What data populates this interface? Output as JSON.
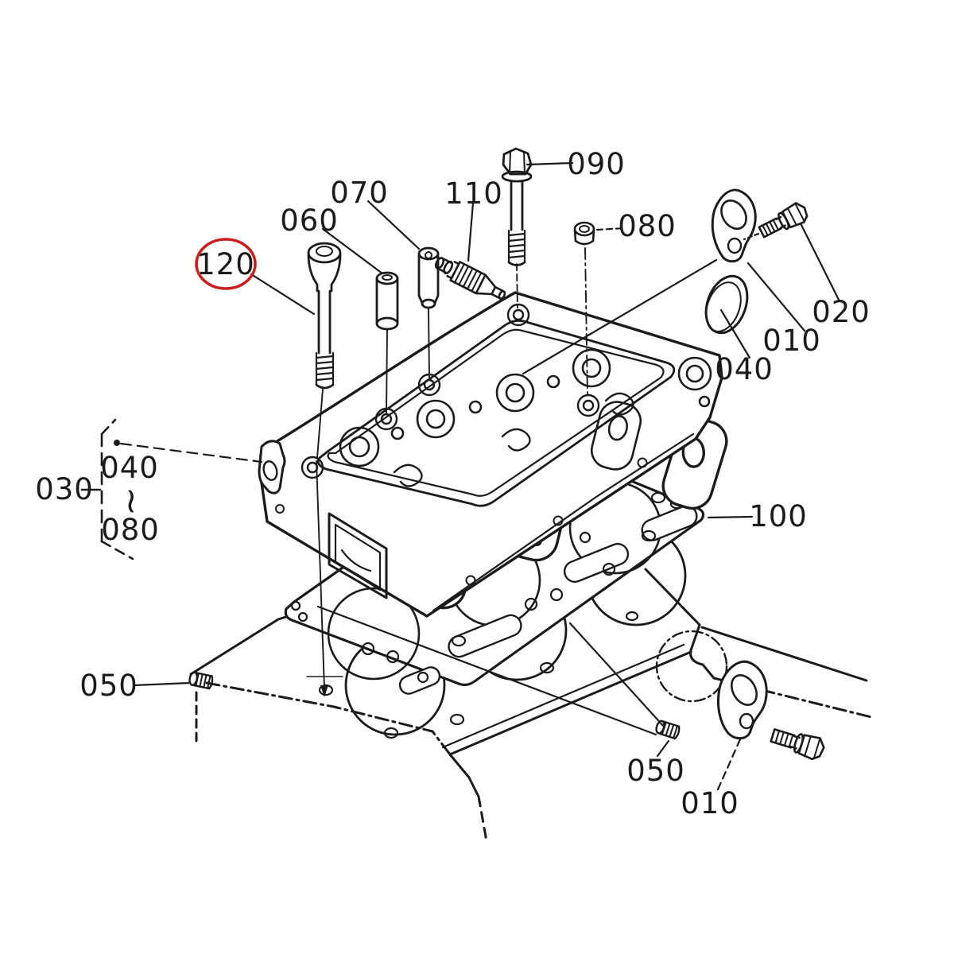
{
  "figure": {
    "type": "exploded-parts-diagram",
    "subject": "engine cylinder head assembly exploded view",
    "background_color": "#ffffff",
    "line_color": "#1b1b1b",
    "highlight_color": "#cc1e1e",
    "highlighted_callout": "120"
  },
  "callouts": {
    "c090": {
      "label": "090"
    },
    "c070": {
      "label": "070"
    },
    "c110": {
      "label": "110"
    },
    "c060": {
      "label": "060"
    },
    "c080": {
      "label": "080"
    },
    "c120": {
      "label": "120",
      "highlighted": true
    },
    "c020": {
      "label": "020"
    },
    "c010_top": {
      "label": "010"
    },
    "c040_top": {
      "label": "040"
    },
    "c030": {
      "label": "030"
    },
    "c040_range": {
      "label": "040"
    },
    "range_separator": {
      "label": "~"
    },
    "c080_range": {
      "label": "080"
    },
    "c100": {
      "label": "100"
    },
    "c050_left": {
      "label": "050"
    },
    "c050_bottom": {
      "label": "050"
    },
    "c010_bottom": {
      "label": "010"
    }
  }
}
